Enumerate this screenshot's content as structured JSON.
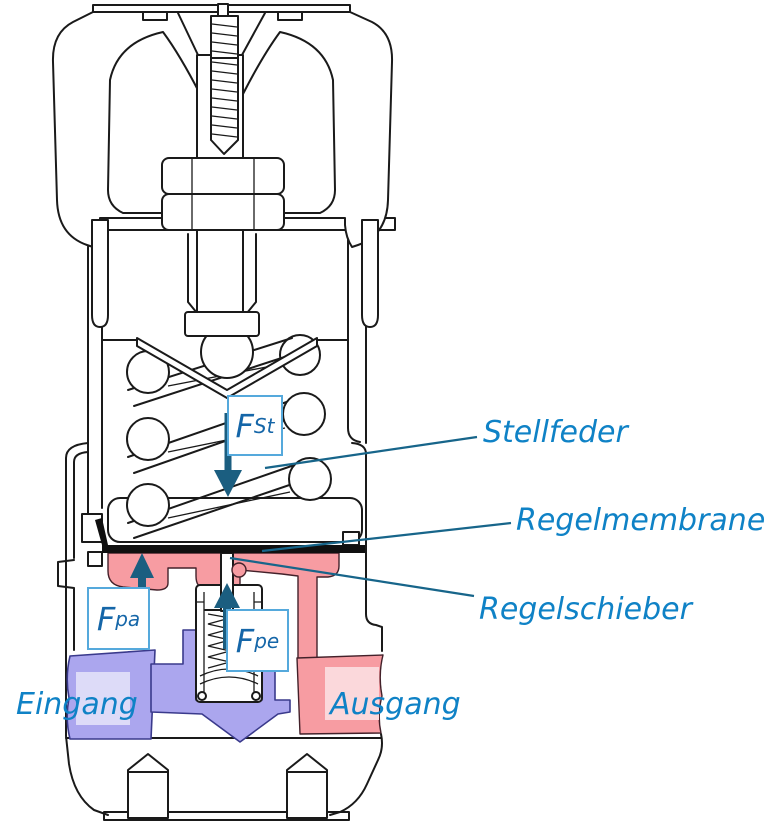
{
  "diagram": {
    "subject": "pressure-regulator-cross-section",
    "part_labels": {
      "spring": "Stellfeder",
      "membrane": "Regelmembrane",
      "slide": "Regelschieber"
    },
    "ports": {
      "inlet": "Eingang",
      "outlet": "Ausgang"
    },
    "forces": {
      "spring_force": {
        "symbol": "F",
        "subscript": "St"
      },
      "outlet_pressure_force": {
        "symbol": "F",
        "subscript": "pa"
      },
      "inlet_pressure_force": {
        "symbol": "F",
        "subscript": "pe"
      }
    },
    "colors": {
      "label_blue": "#0F82C6",
      "force_blue": "#1566A8",
      "box_border_blue": "#55A9DC",
      "arrow_teal": "#1B5E80",
      "leader_teal": "#17658A",
      "inlet_purple": "#ABA6EE",
      "inlet_light": "#DDDBF8",
      "outlet_pink": "#F79CA2",
      "outlet_light": "#FBD8DB",
      "line_black": "#1a1a1a"
    }
  }
}
